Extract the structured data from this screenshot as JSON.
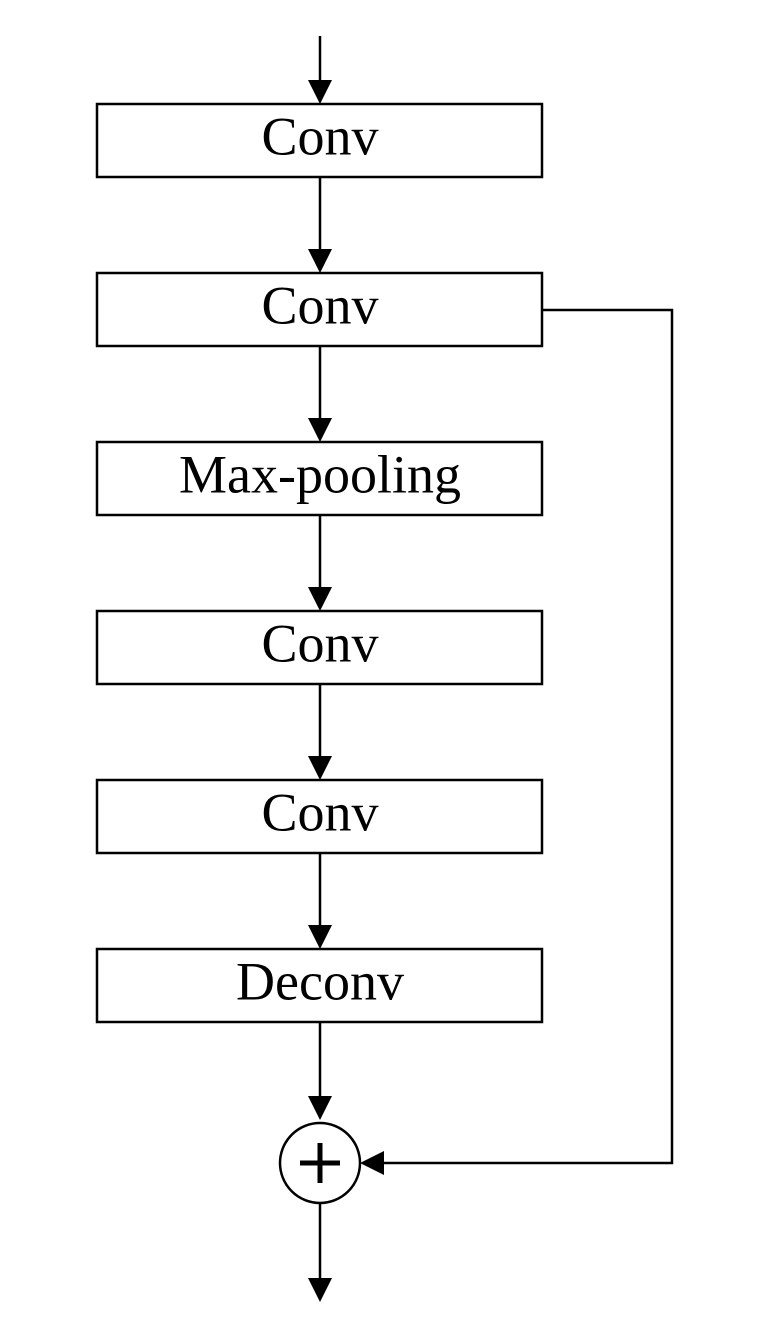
{
  "diagram": {
    "blocks": [
      {
        "label": "Conv"
      },
      {
        "label": "Conv"
      },
      {
        "label": "Max-pooling"
      },
      {
        "label": "Conv"
      },
      {
        "label": "Conv"
      },
      {
        "label": "Deconv"
      }
    ],
    "sum_node": {
      "symbol": "plus-icon"
    },
    "skip_connection": {
      "from_block": 1,
      "to": "sum_node"
    },
    "colors": {
      "stroke": "#000000",
      "fill": "#ffffff",
      "text": "#000000"
    }
  }
}
